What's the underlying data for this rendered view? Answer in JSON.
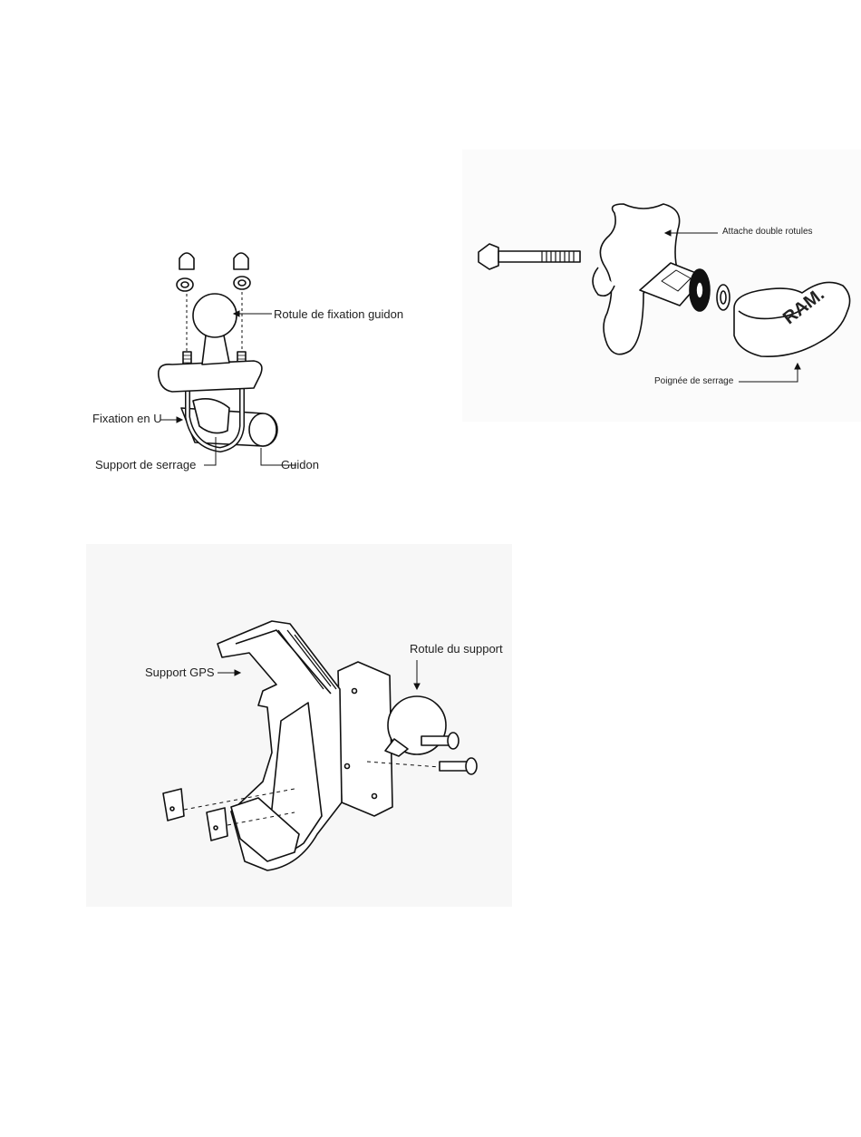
{
  "figure1": {
    "labels": {
      "ball": "Rotule de fixation guidon",
      "ubolt": "Fixation en U",
      "clamp": "Support  de serrage",
      "handlebar": "Guidon"
    }
  },
  "figure2": {
    "labels": {
      "arm": "Attache double rotules",
      "knob": "Poignée de serrage"
    },
    "logo": "RAM."
  },
  "figure3": {
    "labels": {
      "cradle": "Support GPS",
      "ball": "Rotule du support"
    }
  }
}
